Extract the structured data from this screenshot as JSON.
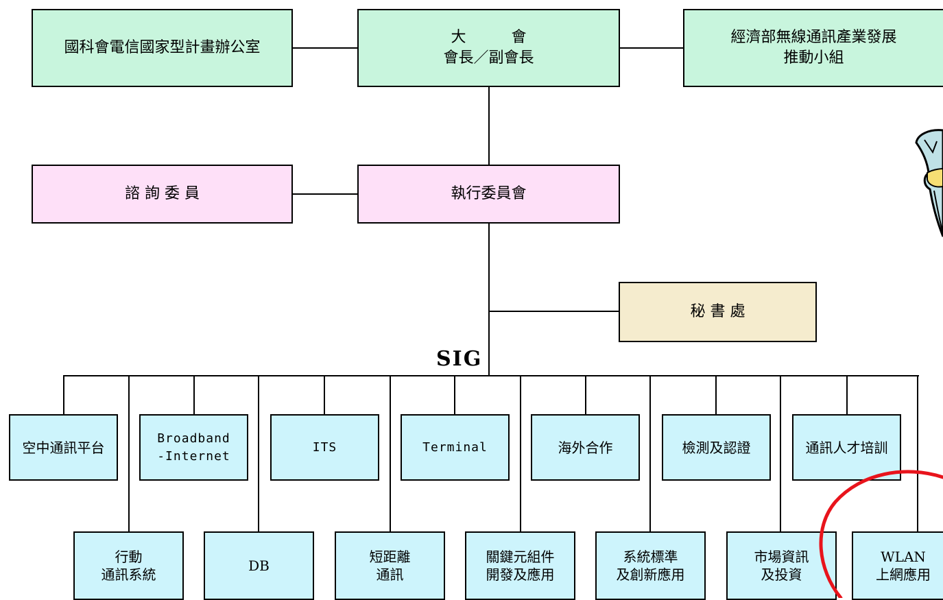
{
  "top": {
    "left": "國科會電信國家型計畫辦公室",
    "center_line1": "大　　　會",
    "center_line2": "會長／副會長",
    "right_line1": "經濟部無線通訊產業發展",
    "right_line2": "推動小組"
  },
  "middle": {
    "advisors": "諮 詢 委 員",
    "executive": "執行委員會",
    "secretariat": "秘 書 處"
  },
  "sig_label": "SIG",
  "sig_row1": [
    {
      "line1": "空中通訊平台"
    },
    {
      "line1": "Broadband",
      "line2": "-Internet"
    },
    {
      "line1": "ITS"
    },
    {
      "line1": "Terminal"
    },
    {
      "line1": "海外合作"
    },
    {
      "line1": "檢測及認證"
    },
    {
      "line1": "通訊人才培訓"
    }
  ],
  "sig_row2": [
    {
      "line1": "行動",
      "line2": "通訊系統"
    },
    {
      "line1": "DB"
    },
    {
      "line1": "短距離",
      "line2": "通訊"
    },
    {
      "line1": "關鍵元組件",
      "line2": "開發及應用"
    },
    {
      "line1": "系統標準",
      "line2": "及創新應用"
    },
    {
      "line1": "市場資訊",
      "line2": "及投資"
    },
    {
      "line1": "WLAN",
      "line2": "上網應用"
    }
  ],
  "colors": {
    "top_boxes": "#c8f5dd",
    "committee_boxes": "#fee0f8",
    "secretariat_box": "#f5ecce",
    "sig_boxes": "#cdf4fc",
    "highlight_circle": "#e8141c"
  },
  "icons": {
    "clipart": "cartoon-character-icon",
    "highlight": "red-circle-highlight"
  }
}
